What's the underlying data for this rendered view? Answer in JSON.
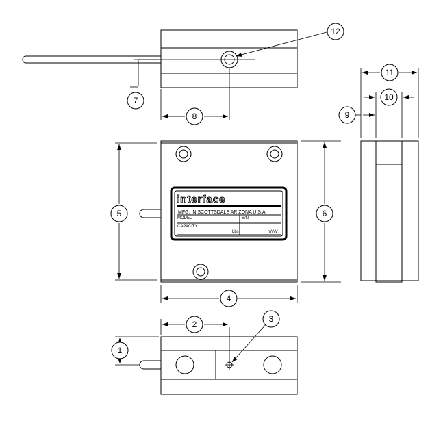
{
  "callouts": {
    "c1": "1",
    "c2": "2",
    "c3": "3",
    "c4": "4",
    "c5": "5",
    "c6": "6",
    "c7": "7",
    "c8": "8",
    "c9": "9",
    "c10": "10",
    "c11": "11",
    "c12": "12"
  },
  "nameplate": {
    "brand": "interface",
    "mfg_line": "MFG. IN SCOTTSDALE ARIZONA U.S.A.",
    "model_label": "MODEL",
    "serial_label": "S/N",
    "capacity_label": "CAPACITY",
    "unit_lbs": "Lbs",
    "unit_mvv": "mV/V"
  }
}
